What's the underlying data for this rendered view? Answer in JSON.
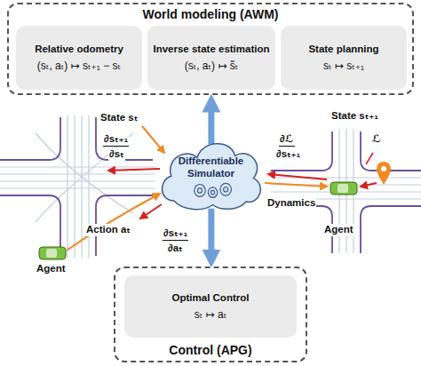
{
  "diagram": {
    "nodes": [
      {
        "text": [
          "World modeling (AWM)"
        ]
      },
      {
        "text": [
          "Relative odometry",
          "(sₜ, aₜ) ↦ sₜ₊₁ − sₜ"
        ],
        "in": 0
      },
      {
        "text": [
          "Inverse state estimation",
          "(sₜ, aₜ) ↦ s̃ₜ"
        ],
        "in": 0
      },
      {
        "text": [
          "State planning",
          "sₜ ↦ sₜ₊₁"
        ],
        "in": 0
      },
      {
        "text": [
          "Differentiable Simulator"
        ]
      },
      {
        "text": [
          "Control (APG)"
        ]
      },
      {
        "text": [
          "Optimal Control",
          "sₜ ↦ aₜ"
        ],
        "in": 5
      }
    ],
    "edges": [
      {
        "from": 4,
        "to": 0,
        "arrow": "to"
      },
      {
        "from": 4,
        "to": 5,
        "arrow": "to"
      }
    ],
    "labels": [
      "State sₜ",
      "Agent",
      "Action aₜ",
      "∂sₜ₊₁",
      "∂sₜ",
      "∂sₜ₊₁",
      "∂aₜ",
      "∂ℒ",
      "∂sₜ₊₁",
      "State sₜ₊₁",
      "Dynamics",
      "Agent",
      "ℒ"
    ]
  }
}
